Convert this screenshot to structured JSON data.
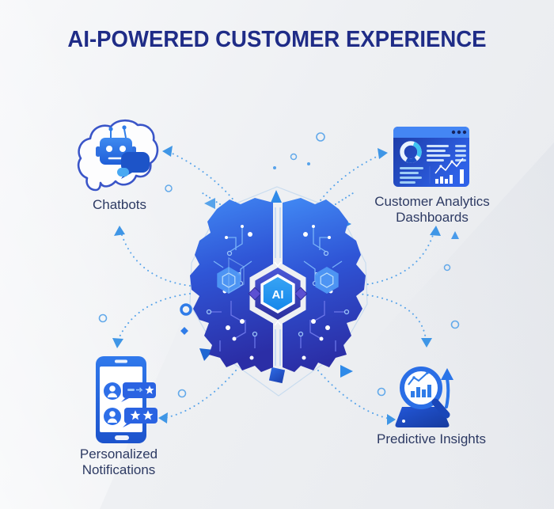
{
  "title": "AI-POWERED CUSTOMER EXPERIENCE",
  "brain": {
    "ai_label": "AI",
    "description": "circuit-board brain illustration"
  },
  "nodes": [
    {
      "id": "chatbots",
      "label": "Chatbots",
      "icon": "robot-speech-bubble-icon",
      "position": "top-left"
    },
    {
      "id": "customer-analytics-dashboards",
      "label": "Customer Analytics Dashboards",
      "icon": "analytics-dashboard-icon",
      "position": "top-right"
    },
    {
      "id": "personalized-notifications",
      "label": "Personalized Notifications",
      "icon": "smartphone-notifications-icon",
      "position": "bottom-left"
    },
    {
      "id": "predictive-insights",
      "label": "Predictive Insights",
      "icon": "magnifier-growth-chart-icon",
      "position": "bottom-right"
    }
  ],
  "connections": [
    {
      "from": "ai-brain",
      "to": "chatbots"
    },
    {
      "from": "ai-brain",
      "to": "customer-analytics-dashboards"
    },
    {
      "from": "ai-brain",
      "to": "personalized-notifications"
    },
    {
      "from": "ai-brain",
      "to": "predictive-insights"
    }
  ],
  "colors": {
    "background": "#eef0f3",
    "title_navy": "#1f2c87",
    "label_navy": "#2d3a63",
    "accent_blue": "#2f7ce8",
    "bright_blue": "#2196f3",
    "dark_panel_blue": "#1d3aa8",
    "cyan": "#3ec3f2",
    "indigo_frame": "#3f4cc6",
    "purple_diamond": "#5c50d2",
    "connector_dotted": "#5aa5ea"
  }
}
